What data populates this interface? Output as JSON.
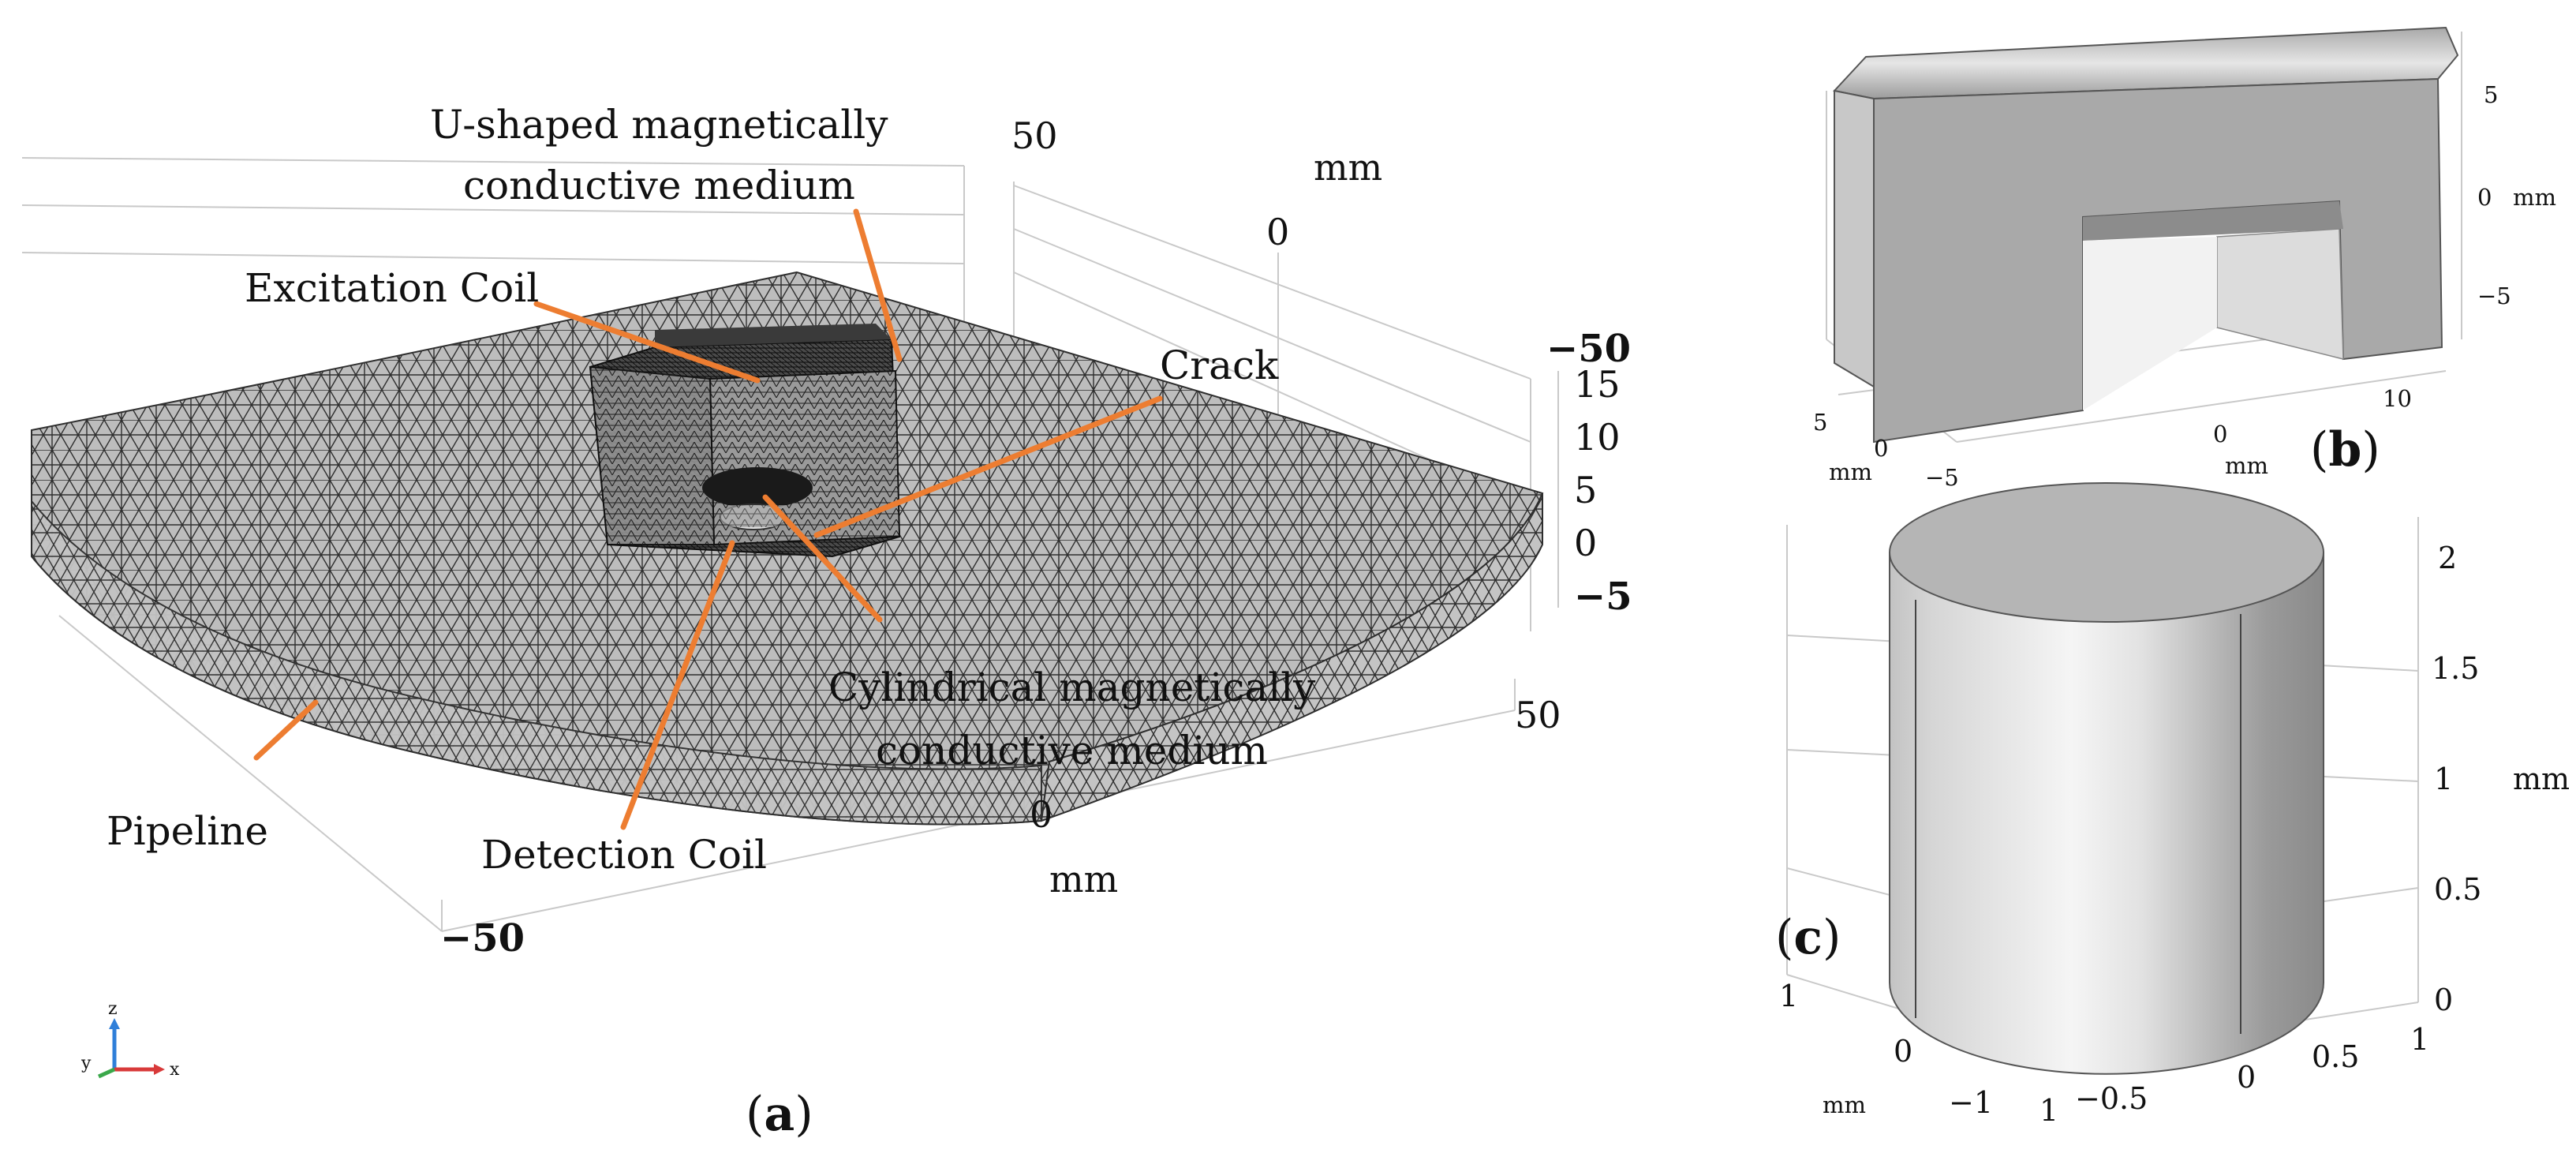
{
  "panel_a": {
    "label_open": "(",
    "label_letter": "a",
    "label_close": ")",
    "annotations": {
      "u_shaped_line1": "U-shaped magnetically",
      "u_shaped_line2": "conductive medium",
      "excitation_coil": "Excitation Coil",
      "crack": "Crack",
      "cylindrical_line1": "Cylindrical magnetically",
      "cylindrical_line2": "conductive medium",
      "pipeline": "Pipeline",
      "detection_coil": "Detection Coil"
    },
    "axes": {
      "y_top": "50",
      "y_unit": "mm",
      "y_mid": "0",
      "y_bottom": "−50",
      "z_ticks": [
        "15",
        "10",
        "5",
        "0",
        "−5"
      ],
      "x_right": "50",
      "x_mid": "0",
      "x_unit": "mm",
      "x_left": "−50"
    },
    "triad": {
      "z": "z",
      "y": "y",
      "x": "x"
    },
    "colors": {
      "leader": "#ed7d31",
      "mesh_fill": "#b9b9b9",
      "mesh_line": "#2a2a2a"
    }
  },
  "panel_b": {
    "label_open": "(",
    "label_letter": "b",
    "label_close": ")",
    "z_ticks": [
      "5",
      "0",
      "mm",
      "−5"
    ],
    "x_ticks": [
      "5",
      "0",
      "mm",
      "−5",
      "0",
      "mm",
      "10"
    ]
  },
  "panel_c": {
    "label_open": "(",
    "label_letter": "c",
    "label_close": ")",
    "z_ticks": [
      "2",
      "1.5",
      "1",
      "0.5",
      "0"
    ],
    "z_unit": "mm",
    "y_ticks": [
      "1",
      "0",
      "mm",
      "−1"
    ],
    "x_ticks": [
      "1",
      "−0.5",
      "0",
      "0.5",
      "1"
    ]
  }
}
